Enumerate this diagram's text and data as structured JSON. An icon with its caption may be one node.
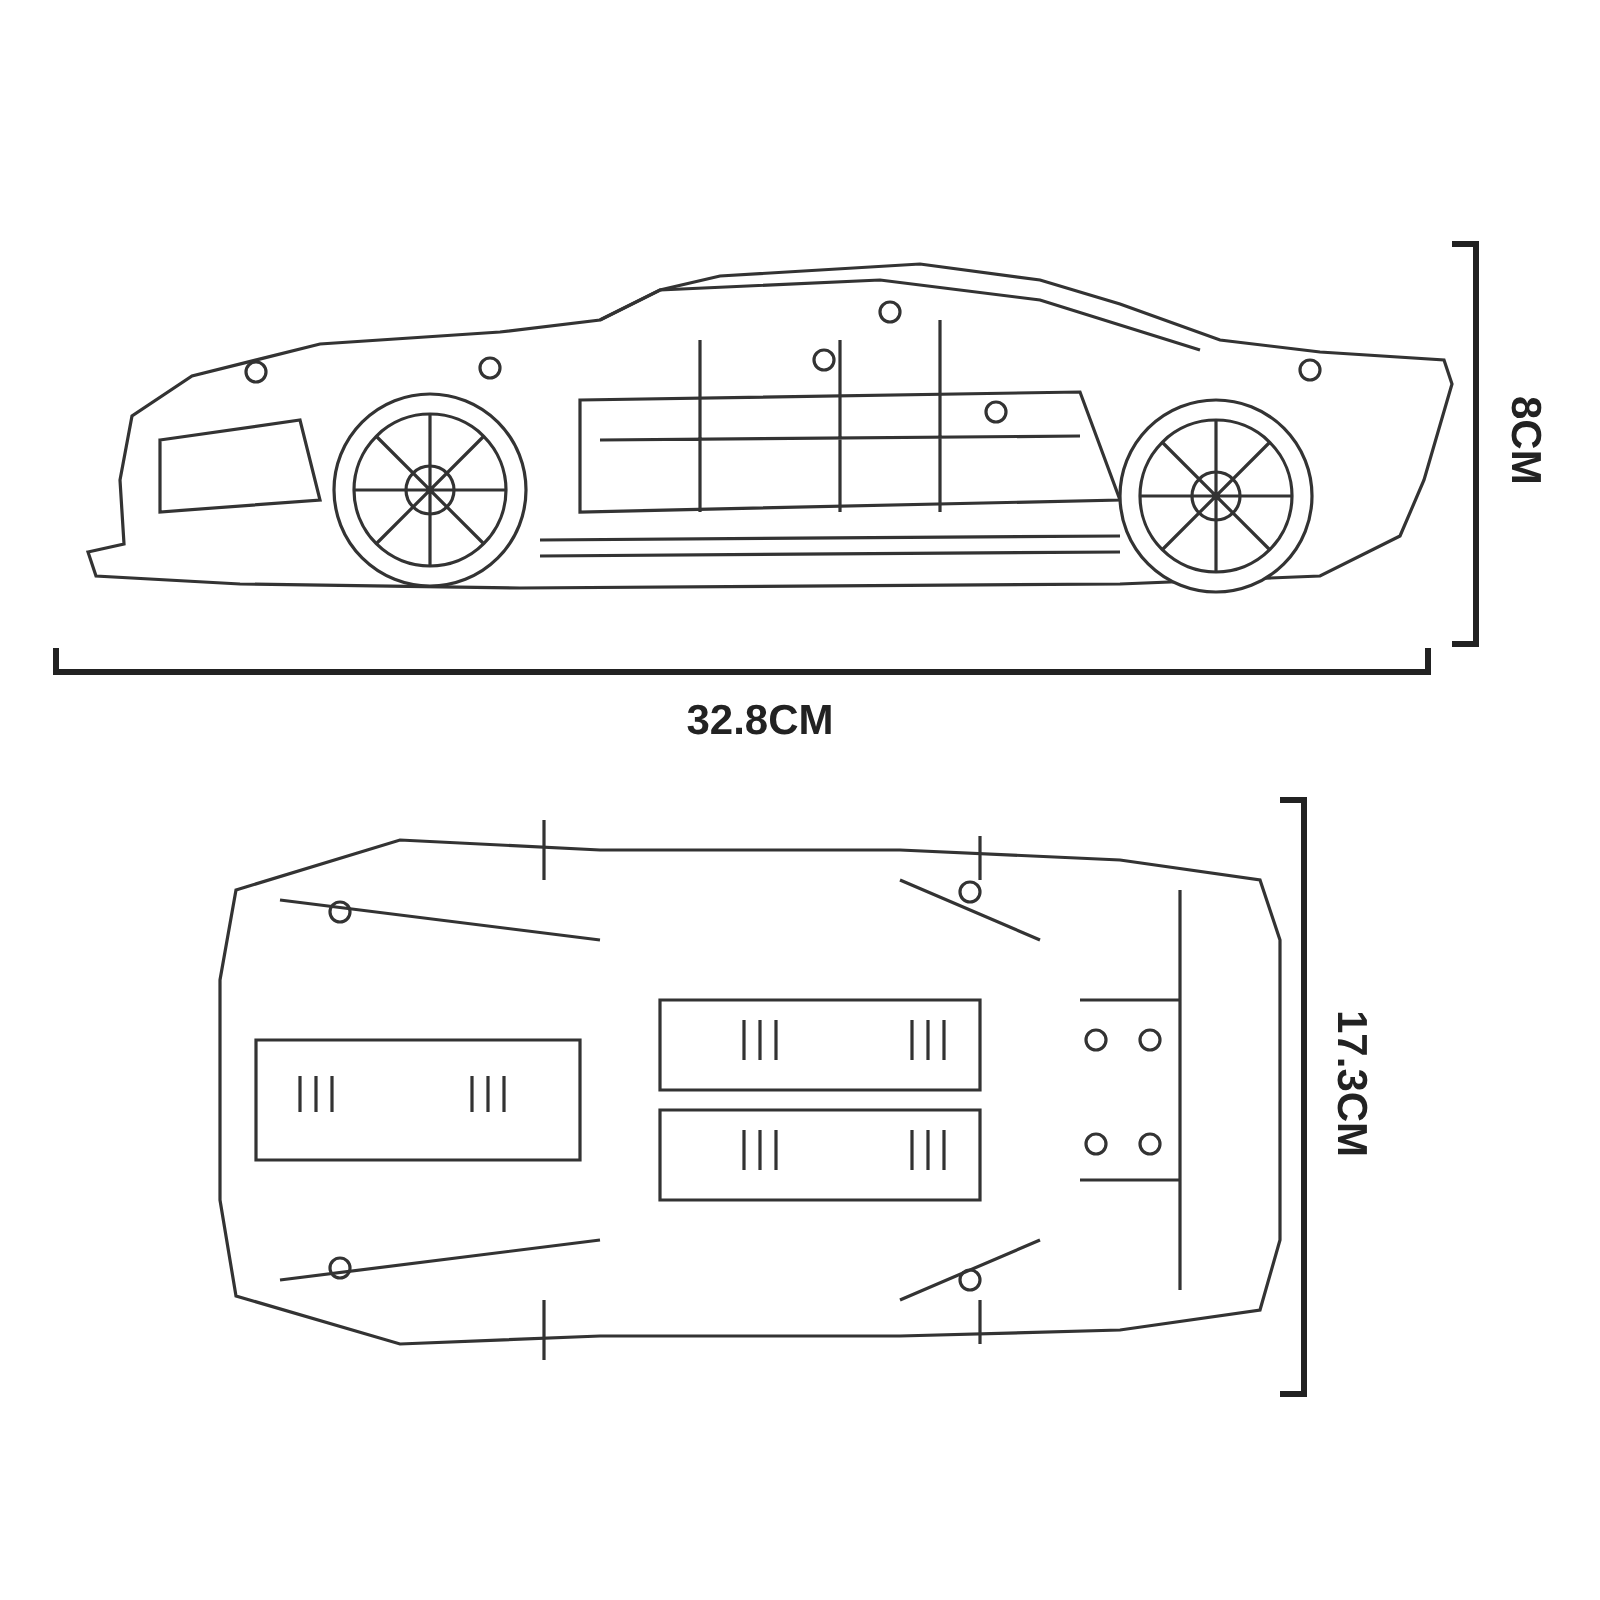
{
  "diagram": {
    "labels": [
      "8CM",
      "32.8CM",
      "17.3CM"
    ]
  }
}
